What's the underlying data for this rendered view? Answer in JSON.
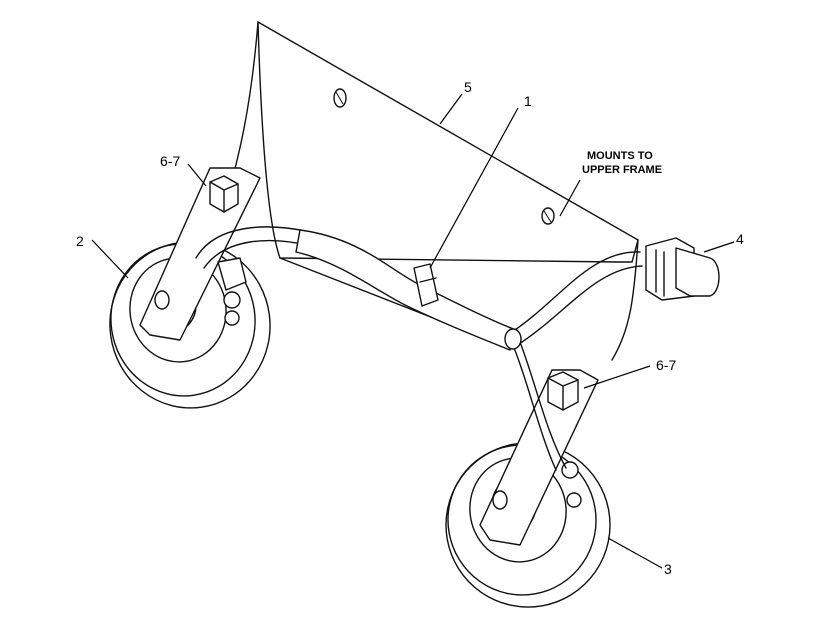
{
  "callouts": {
    "c1": "1",
    "c2": "2",
    "c3": "3",
    "c4": "4",
    "c5": "5",
    "c67_top": "6-7",
    "c67_bottom": "6-7"
  },
  "note": {
    "line1": "MOUNTS TO",
    "line2": "UPPER FRAME"
  }
}
